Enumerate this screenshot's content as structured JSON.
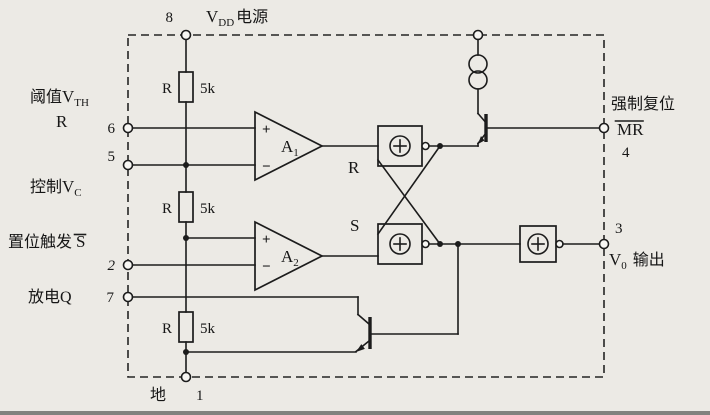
{
  "figure": {
    "kind": "circuit-schematic",
    "subject": "555定时器内部结构图"
  },
  "power": {
    "pin_num": "8",
    "sym": "V",
    "sub": "DD",
    "tail": "电源"
  },
  "ground": {
    "pin_num": "1",
    "label": "地"
  },
  "left_pins": {
    "threshold": {
      "pre": "阈值",
      "sym": "V",
      "sub": "TH",
      "alt": "R",
      "pin_num": "6"
    },
    "control": {
      "pre": "控制",
      "sym": "V",
      "sub": "C",
      "pin_num": "5"
    },
    "trigger": {
      "pre": "置位触发",
      "sym": "S",
      "pin_num": "2"
    },
    "discharge": {
      "label": "放电Q",
      "pin_num": "7"
    }
  },
  "right_pins": {
    "reset": {
      "label": "强制复位",
      "sym": "MR",
      "pin_num": "4"
    },
    "output": {
      "sym": "V",
      "sub": "0",
      "tail": "输出",
      "pin_num": "3"
    }
  },
  "resistors": {
    "r1": {
      "name": "R",
      "value": "5k"
    },
    "r2": {
      "name": "R",
      "value": "5k"
    },
    "r3": {
      "name": "R",
      "value": "5k"
    }
  },
  "comparators": {
    "a1": {
      "plus": "+",
      "minus": "−",
      "name": "A",
      "sub": "1"
    },
    "a2": {
      "plus": "+",
      "minus": "−",
      "name": "A",
      "sub": "2"
    }
  },
  "flipflop": {
    "r_input": "R",
    "s_input": "S"
  },
  "icons": {
    "gate": "circle-plus-gate-icon",
    "current_source": "double-circle-current-source-icon"
  },
  "colors": {
    "line": "#1c1c1c",
    "paper": "#eceae5"
  }
}
